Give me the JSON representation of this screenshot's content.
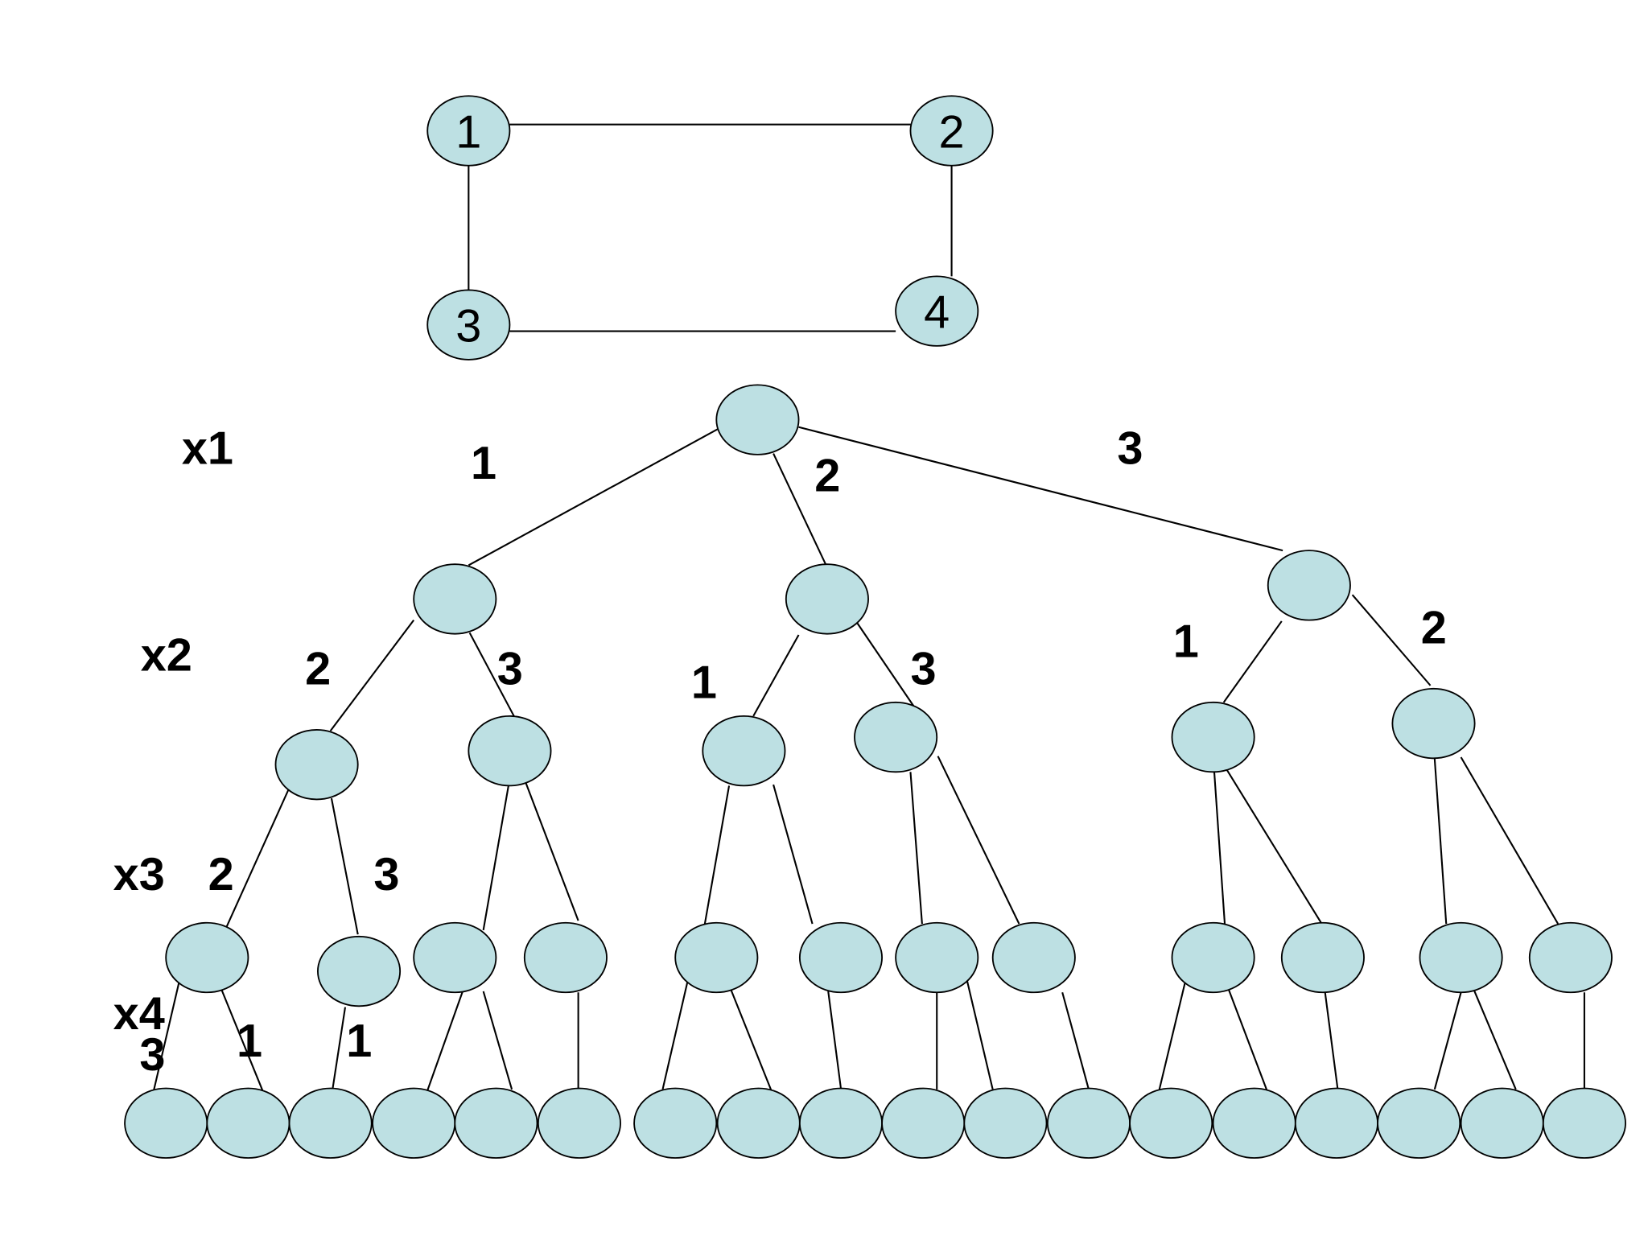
{
  "colors": {
    "node_fill": "#bde0e3",
    "stroke": "#000000",
    "background": "#ffffff"
  },
  "graph": {
    "nodes": [
      "1",
      "2",
      "3",
      "4"
    ],
    "edges": [
      [
        "1",
        "2"
      ],
      [
        "1",
        "3"
      ],
      [
        "2",
        "4"
      ],
      [
        "3",
        "4"
      ]
    ]
  },
  "tree": {
    "level_labels": [
      "x1",
      "x2",
      "x3",
      "x4"
    ],
    "edge_labels": {
      "x1": [
        "1",
        "2",
        "3"
      ],
      "x2": [
        "2",
        "3",
        "1",
        "3",
        "1",
        "2"
      ],
      "x3": [
        "2",
        "3"
      ],
      "x4": [
        "3",
        "1",
        "1"
      ]
    }
  }
}
